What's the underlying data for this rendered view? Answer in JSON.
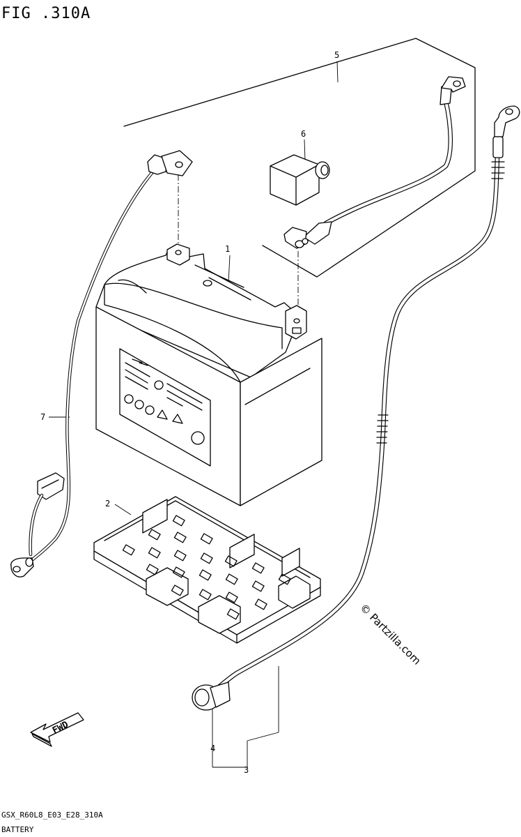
{
  "diagram": {
    "figure_label": "FIG .310A",
    "callouts": [
      {
        "id": "part-1",
        "label": "1"
      },
      {
        "id": "part-2",
        "label": "2"
      },
      {
        "id": "part-3",
        "label": "3"
      },
      {
        "id": "part-4",
        "label": "4"
      },
      {
        "id": "part-5",
        "label": "5"
      },
      {
        "id": "part-6",
        "label": "6"
      },
      {
        "id": "part-7",
        "label": "7"
      }
    ],
    "direction_badge": "FWD",
    "watermark": "© Partzilla.com",
    "footer_code": "GSX_R60L8_E03_E28_310A",
    "footer_caption": "BATTERY"
  }
}
